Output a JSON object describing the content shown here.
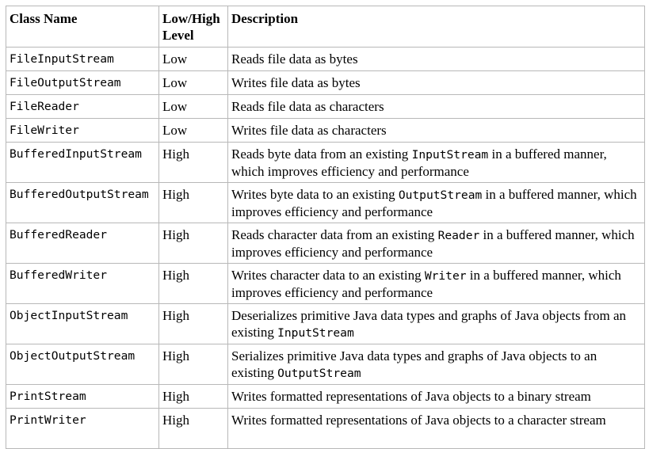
{
  "headers": {
    "class_name": "Class Name",
    "level": "Low/High Level",
    "description": "Description"
  },
  "rows": [
    {
      "class_name": "FileInputStream",
      "level": "Low",
      "desc": [
        {
          "t": "Reads file data as bytes"
        }
      ]
    },
    {
      "class_name": "FileOutputStream",
      "level": "Low",
      "desc": [
        {
          "t": "Writes file data as bytes"
        }
      ]
    },
    {
      "class_name": "FileReader",
      "level": "Low",
      "desc": [
        {
          "t": "Reads file data as characters"
        }
      ]
    },
    {
      "class_name": "FileWriter",
      "level": "Low",
      "desc": [
        {
          "t": "Writes file data as characters"
        }
      ]
    },
    {
      "class_name": "BufferedInputStream",
      "level": "High",
      "desc": [
        {
          "t": "Reads byte data from an existing "
        },
        {
          "c": "InputStream"
        },
        {
          "t": " in a buffered manner, which improves efficiency and performance"
        }
      ]
    },
    {
      "class_name": "BufferedOutputStream",
      "level": "High",
      "desc": [
        {
          "t": "Writes byte data to an existing "
        },
        {
          "c": "OutputStream"
        },
        {
          "t": " in a buffered manner, which improves efficiency and performance"
        }
      ]
    },
    {
      "class_name": "BufferedReader",
      "level": "High",
      "desc": [
        {
          "t": "Reads character data from an existing "
        },
        {
          "c": "Reader"
        },
        {
          "t": " in a buffered manner, which improves efficiency and performance"
        }
      ]
    },
    {
      "class_name": "BufferedWriter",
      "level": "High",
      "desc": [
        {
          "t": "Writes character data to an existing "
        },
        {
          "c": "Writer"
        },
        {
          "t": " in a buffered manner, which improves efficiency and performance"
        }
      ]
    },
    {
      "class_name": "ObjectInputStream",
      "level": "High",
      "desc": [
        {
          "t": "Deserializes primitive Java data types and graphs of Java objects from an existing "
        },
        {
          "c": "InputStream"
        }
      ]
    },
    {
      "class_name": "ObjectOutputStream",
      "level": "High",
      "desc": [
        {
          "t": "Serializes primitive Java data types and graphs of Java objects to an existing "
        },
        {
          "c": "OutputStream"
        }
      ]
    },
    {
      "class_name": "PrintStream",
      "level": "High",
      "desc": [
        {
          "t": "Writes formatted representations of Java objects to a binary stream"
        }
      ]
    },
    {
      "class_name": "PrintWriter",
      "level": "High",
      "desc": [
        {
          "t": "Writes formatted representations of Java objects to a character stream"
        }
      ]
    }
  ]
}
